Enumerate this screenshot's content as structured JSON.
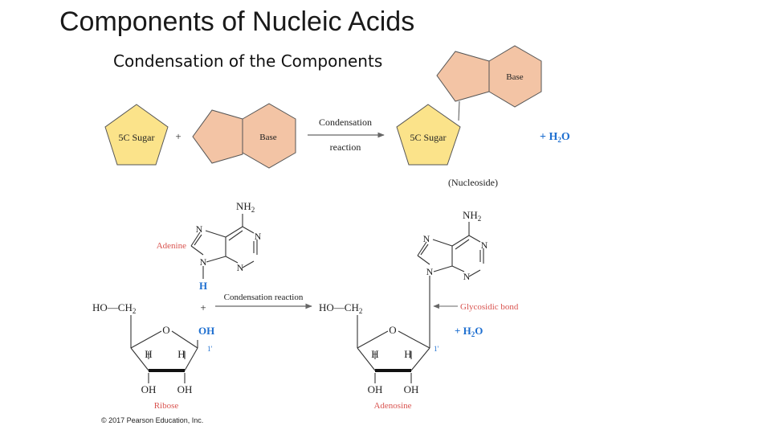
{
  "title": "Components of Nucleic Acids",
  "subtitle": "Condensation of the Components",
  "top_scheme": {
    "sugar_label": "5C Sugar",
    "plus": "+",
    "base_label": "Base",
    "arrow_top": "Condensation",
    "arrow_bottom": "reaction",
    "product_sugar_label": "5C Sugar",
    "product_base_label": "Base",
    "water_plus": "+",
    "water": "H",
    "water_sub": "2",
    "water_o": "O",
    "product_name": "(Nucleoside)"
  },
  "bottom_scheme": {
    "adenine_label": "Adenine",
    "nh2": "NH",
    "nh2_sub": "2",
    "n": "N",
    "h_red": "H",
    "plus": "+",
    "ho_ch2": "HO—CH",
    "ch2_sub": "2",
    "o": "O",
    "oh_blue": "OH",
    "one_prime": "1'",
    "h": "H",
    "oh": "OH",
    "ribose_label": "Ribose",
    "arrow_label": "Condensation reaction",
    "glycosidic_label": "Glycosidic bond",
    "water_plus": "+",
    "water": "H",
    "water_sub": "2",
    "water_o": "O",
    "adenosine_label": "Adenosine"
  },
  "copyright": "© 2017 Pearson Education, Inc.",
  "colors": {
    "sugar_fill": "#fbe38a",
    "base_fill": "#f3c4a5",
    "accent_red": "#d9534f",
    "accent_blue": "#1e6fd0"
  }
}
